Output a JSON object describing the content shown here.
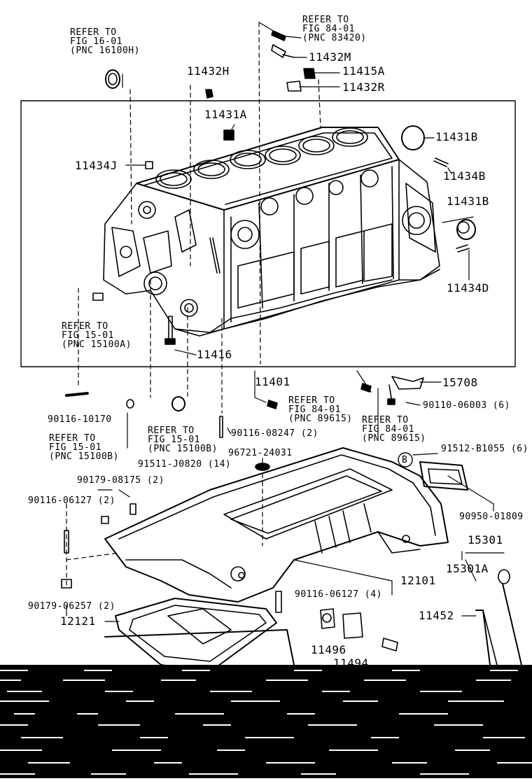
{
  "labels": {
    "refer_16_01": "REFER TO\nFIG 16-01\n(PNC 16100H)",
    "p11432H": "11432H",
    "refer_84_01_top": "REFER TO\nFIG 84-01\n(PNC 83420)",
    "p11432M": "11432M",
    "p11415A": "11415A",
    "p11432R": "11432R",
    "p11431A": "11431A",
    "p11431B_1": "11431B",
    "p11434J": "11434J",
    "p11434B": "11434B",
    "p11431B_2": "11431B",
    "p11434D": "11434D",
    "refer_15_01_a": "REFER TO\nFIG 15-01\n(PNC 15100A)",
    "p11416": "11416",
    "p11401": "11401",
    "p15708": "15708",
    "p90110": "90110-06003 (6)",
    "p90116_10170": "90116-10170",
    "refer_84_01_mid": "REFER TO\nFIG 84-01\n(PNC 89615)",
    "refer_84_01_right": "REFER TO\nFIG 84-01\n(PNC 89615)",
    "p90116_08247": "90116-08247 (2)",
    "refer_15_01_b_left": "REFER TO\nFIG 15-01\n(PNC 15100B)",
    "refer_15_01_b_mid": "REFER TO\nFIG 15-01\n(PNC 15100B)",
    "p96721": "96721-24031",
    "p91512": "91512-B1055 (6)",
    "ref_B": "B",
    "p91511": "91511-J0820 (14)",
    "p90179_08175": "90179-08175 (2)",
    "p90116_06127_2": "90116-06127 (2)",
    "p90950": "90950-01809",
    "p15301": "15301",
    "p15301A": "15301A",
    "p12101": "12101",
    "p90116_06127_4": "90116-06127 (4)",
    "p90179_06257": "90179-06257 (2)",
    "p11452": "11452",
    "p12121": "12121",
    "p11496": "11496",
    "p11494": "11494"
  }
}
